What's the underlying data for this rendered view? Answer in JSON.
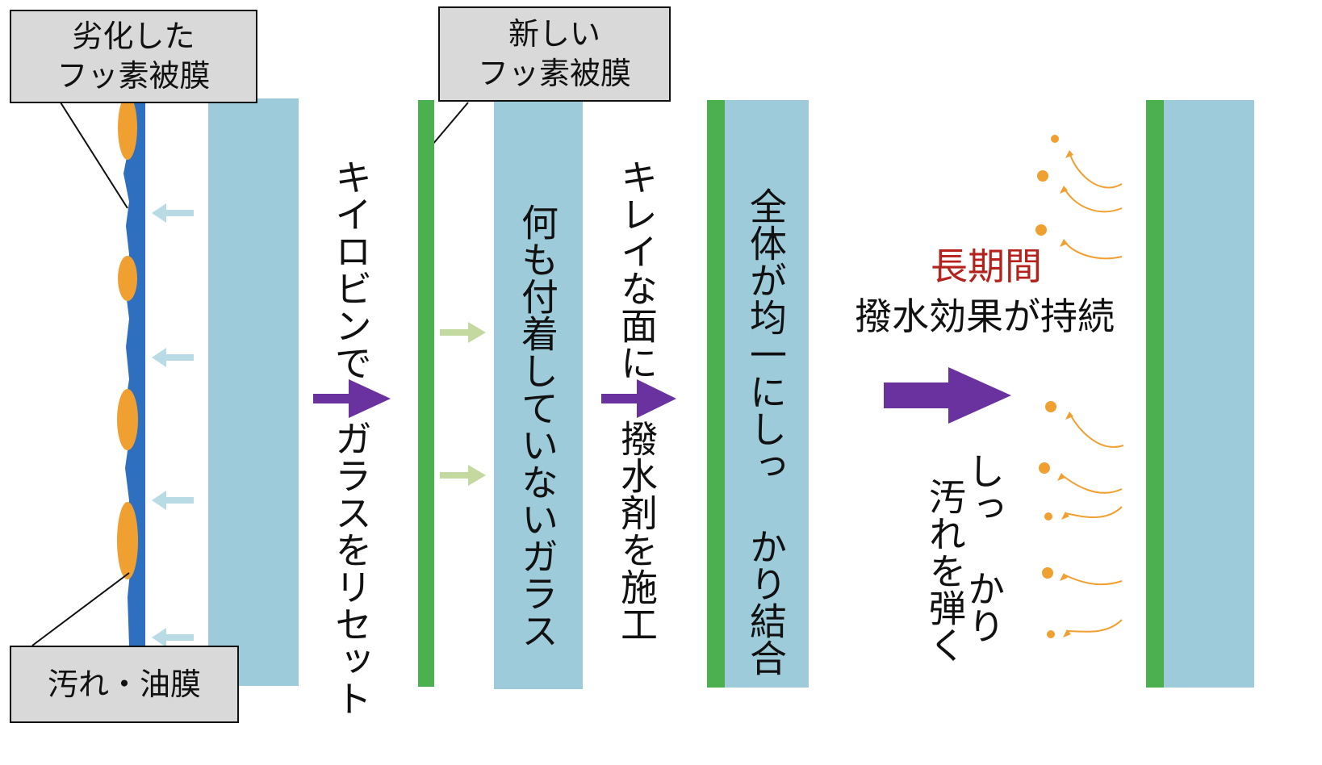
{
  "callouts": {
    "degraded": {
      "line1": "劣化した",
      "line2": "フッ素被膜"
    },
    "new": {
      "line1": "新しい",
      "line2": "フッ素被膜"
    },
    "dirt": "汚れ・油膜"
  },
  "vertical_text": {
    "reset_a": "キイロビンで",
    "reset_b": "ガラスをリセット",
    "clean_glass": "何も付着していないガラス",
    "apply_a": "キレイな面に",
    "apply_b": "撥水剤を施工",
    "bond": "全体が均一にしっ かり結合",
    "repel_a": "しっ かり",
    "repel_b": "汚れを弾く"
  },
  "result": {
    "highlight": "長期間",
    "text": "撥水効果が持続"
  },
  "colors": {
    "glass": "#9ecbda",
    "film_old": "#2f6fc0",
    "dirt": "#f0a030",
    "film_new": "#4caf50",
    "arrow_main": "#6a329f",
    "accent_red": "#b5221d",
    "water": "#f0a030"
  }
}
